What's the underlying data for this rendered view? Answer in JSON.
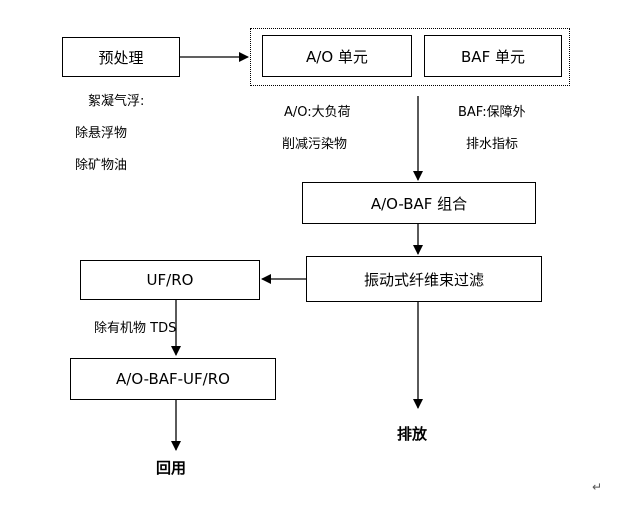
{
  "nodes": {
    "pretreat": "预处理",
    "ao_unit": "A/O 单元",
    "baf_unit": "BAF 单元",
    "ao_baf": "A/O-BAF 组合",
    "vibrate_filter": "振动式纤维束过滤",
    "uf_ro": "UF/RO",
    "ao_baf_uf_ro": "A/O-BAF-UF/RO",
    "discharge": "排放",
    "reuse": "回用"
  },
  "notes": {
    "pretreat": [
      "絮凝气浮:",
      "除悬浮物",
      "除矿物油"
    ],
    "ao": [
      "A/O:大负荷",
      "削减污染物"
    ],
    "baf": [
      "BAF:保障外",
      "排水指标"
    ],
    "uf_ro": "除有机物 TDS"
  },
  "paragraph_mark": "↵"
}
